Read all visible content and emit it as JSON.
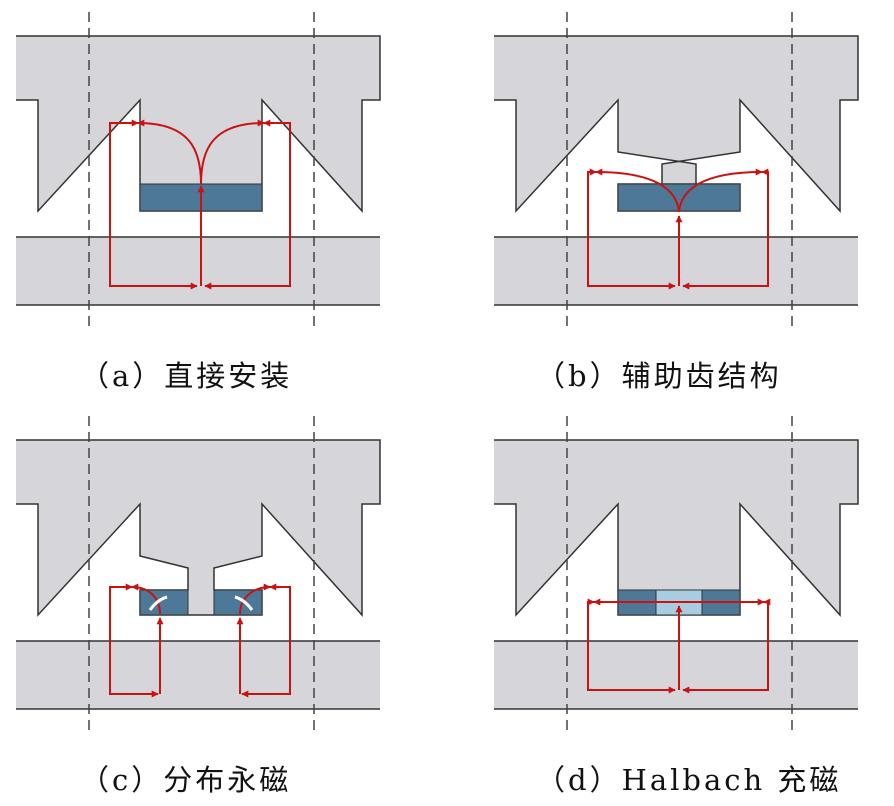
{
  "colors": {
    "iron": "#d6d5da",
    "outline": "#333333",
    "magnet_dark": "#4e7897",
    "magnet_light": "#a8cde0",
    "flux": "#cc1111",
    "centerline": "#444444"
  },
  "panels": [
    {
      "id": "a",
      "variant": "direct",
      "caption": "（a）直接安装"
    },
    {
      "id": "b",
      "variant": "aux_tooth",
      "caption": "（b）辅助齿结构"
    },
    {
      "id": "c",
      "variant": "split_magnet",
      "caption": "（c）分布永磁"
    },
    {
      "id": "d",
      "variant": "halbach",
      "caption": "（d）Halbach 充磁"
    }
  ]
}
